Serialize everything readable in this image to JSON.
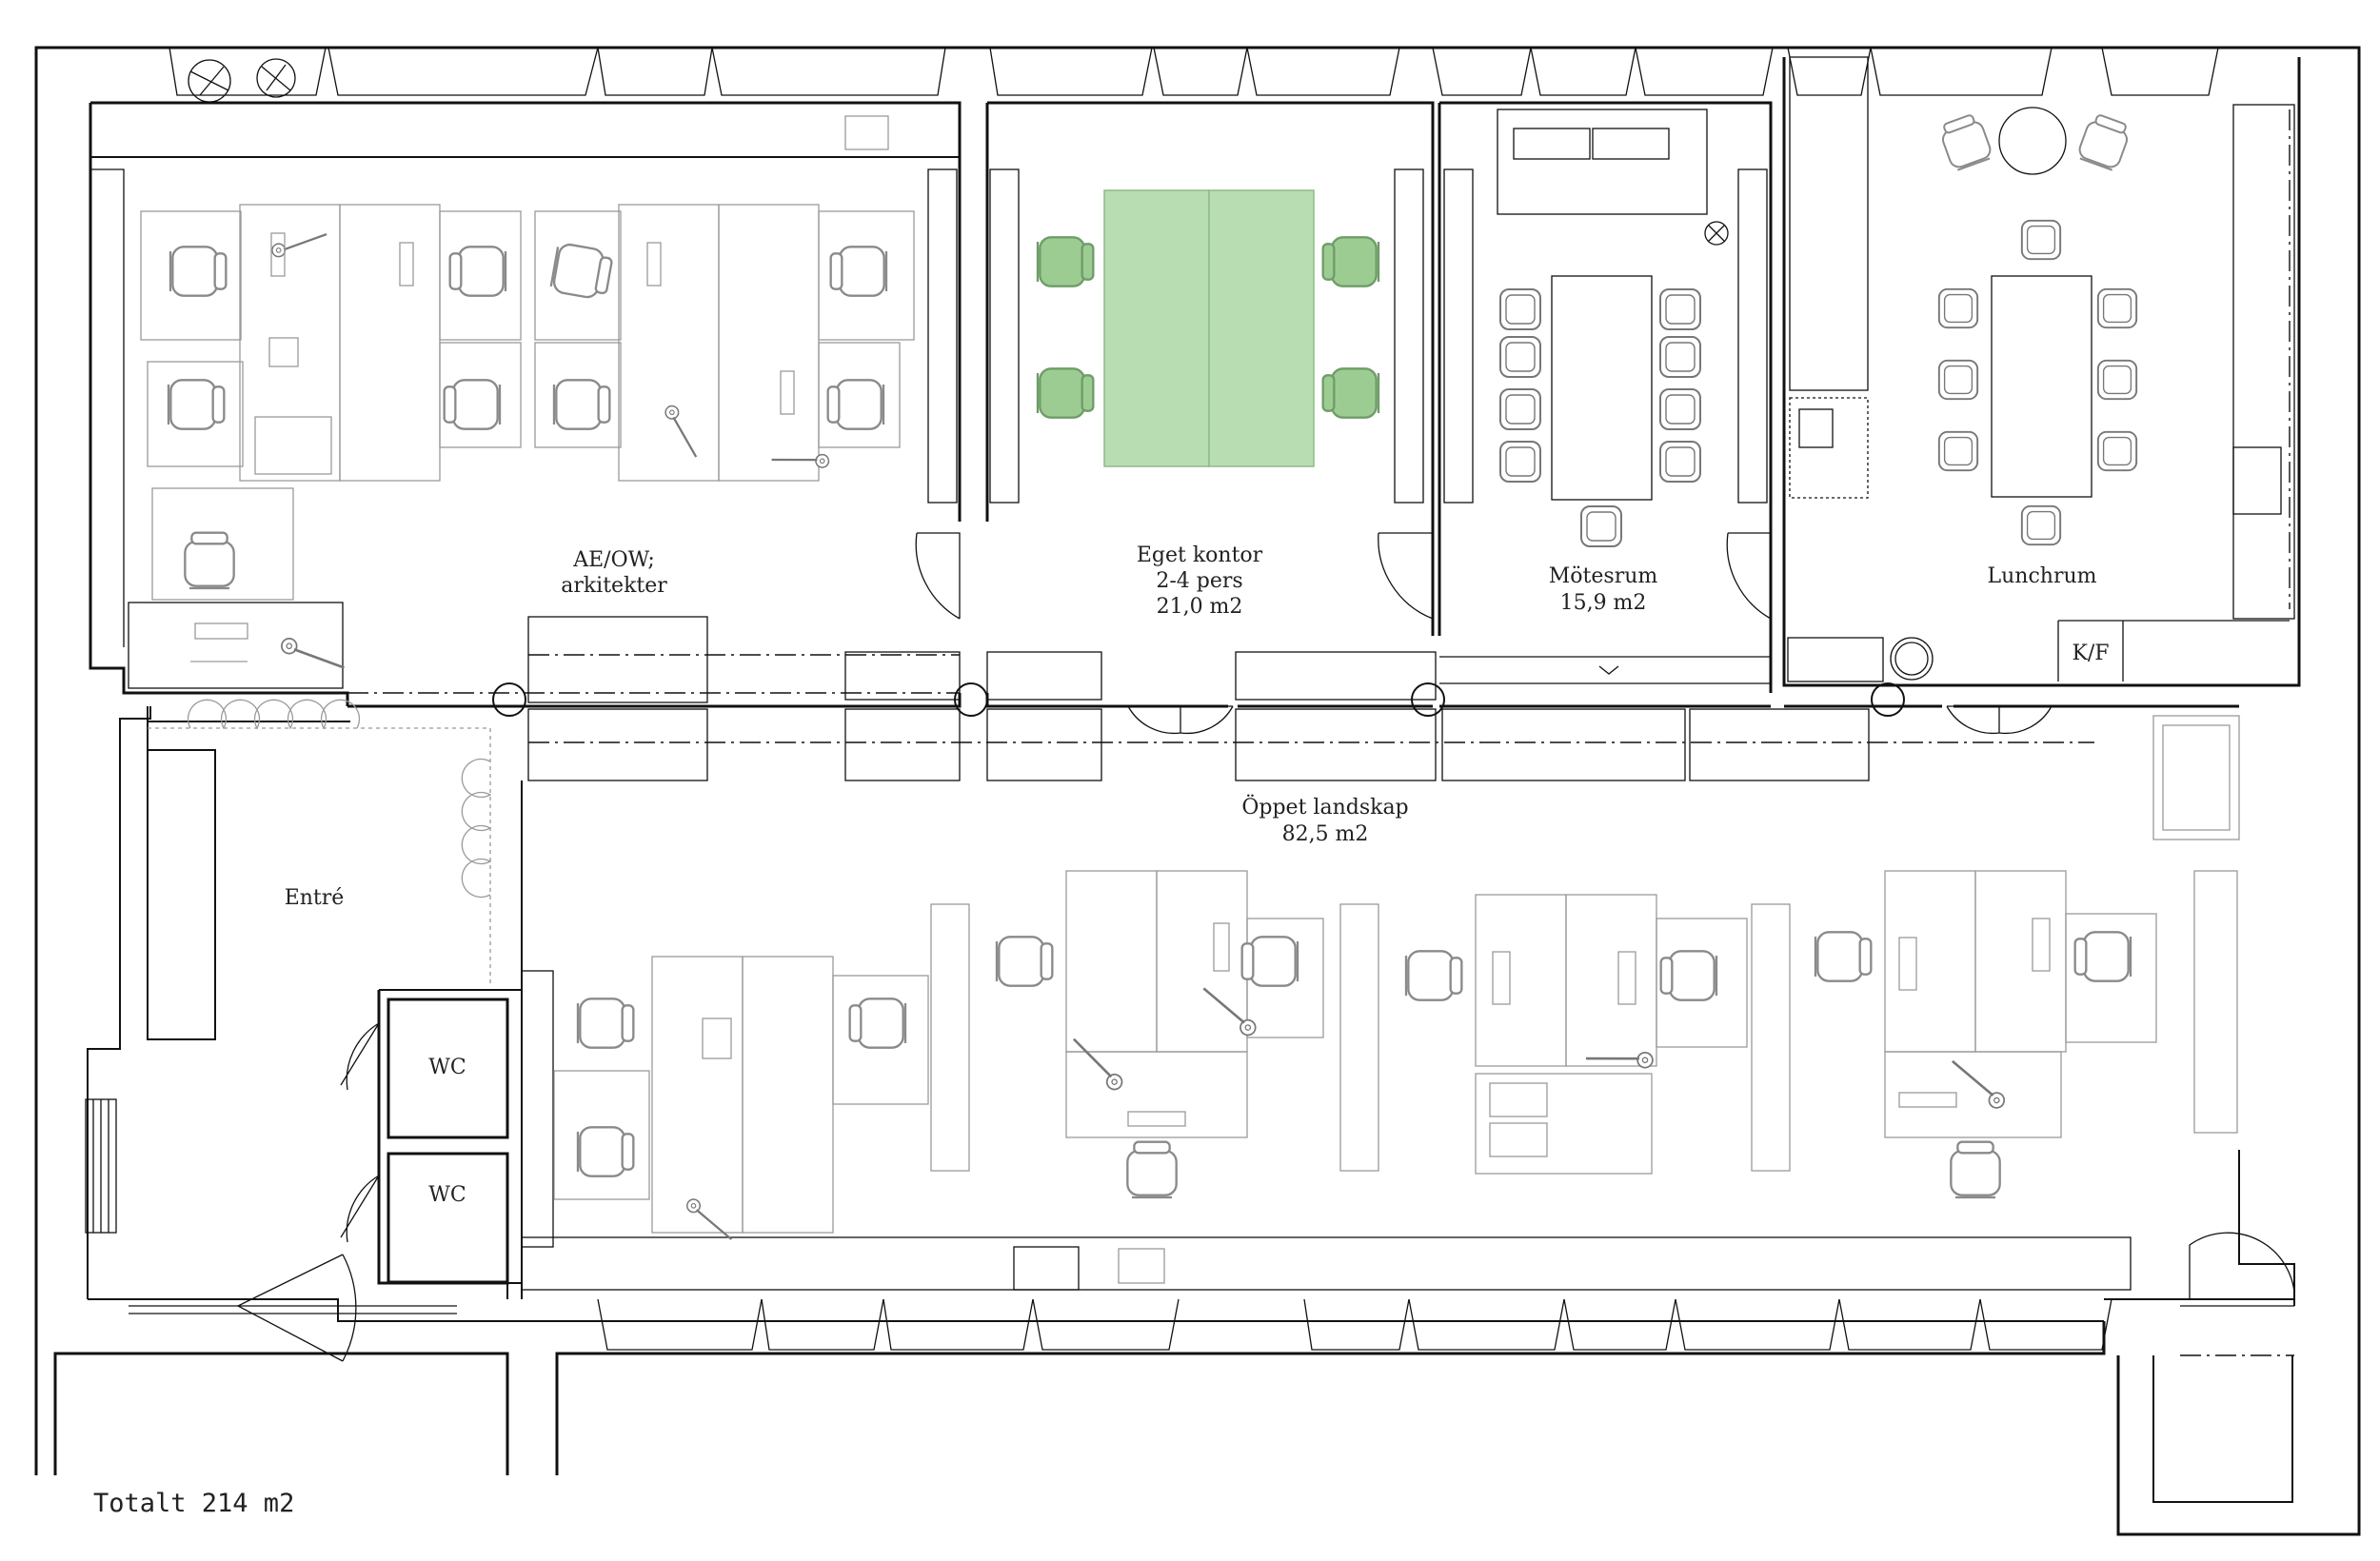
{
  "rooms": {
    "ae_ow_line1": "AE/OW;",
    "ae_ow_line2": "arkitekter",
    "eget_line1": "Eget kontor",
    "eget_line2": "2-4 pers",
    "eget_line3": "21,0 m2",
    "motesrum_line1": "Mötesrum",
    "motesrum_line2": "15,9 m2",
    "lunchrum": "Lunchrum",
    "kf": "K/F",
    "oppet_line1": "Öppet landskap",
    "oppet_line2": "82,5 m2",
    "entre": "Entré",
    "wc1": "WC",
    "wc2": "WC"
  },
  "footer": {
    "total": "Totalt 214 m2"
  },
  "colors": {
    "highlight_fill": "#b9ddb3",
    "chair_fill": "#9ccc92",
    "wall": "#111111",
    "furniture": "#9a9a9a"
  }
}
